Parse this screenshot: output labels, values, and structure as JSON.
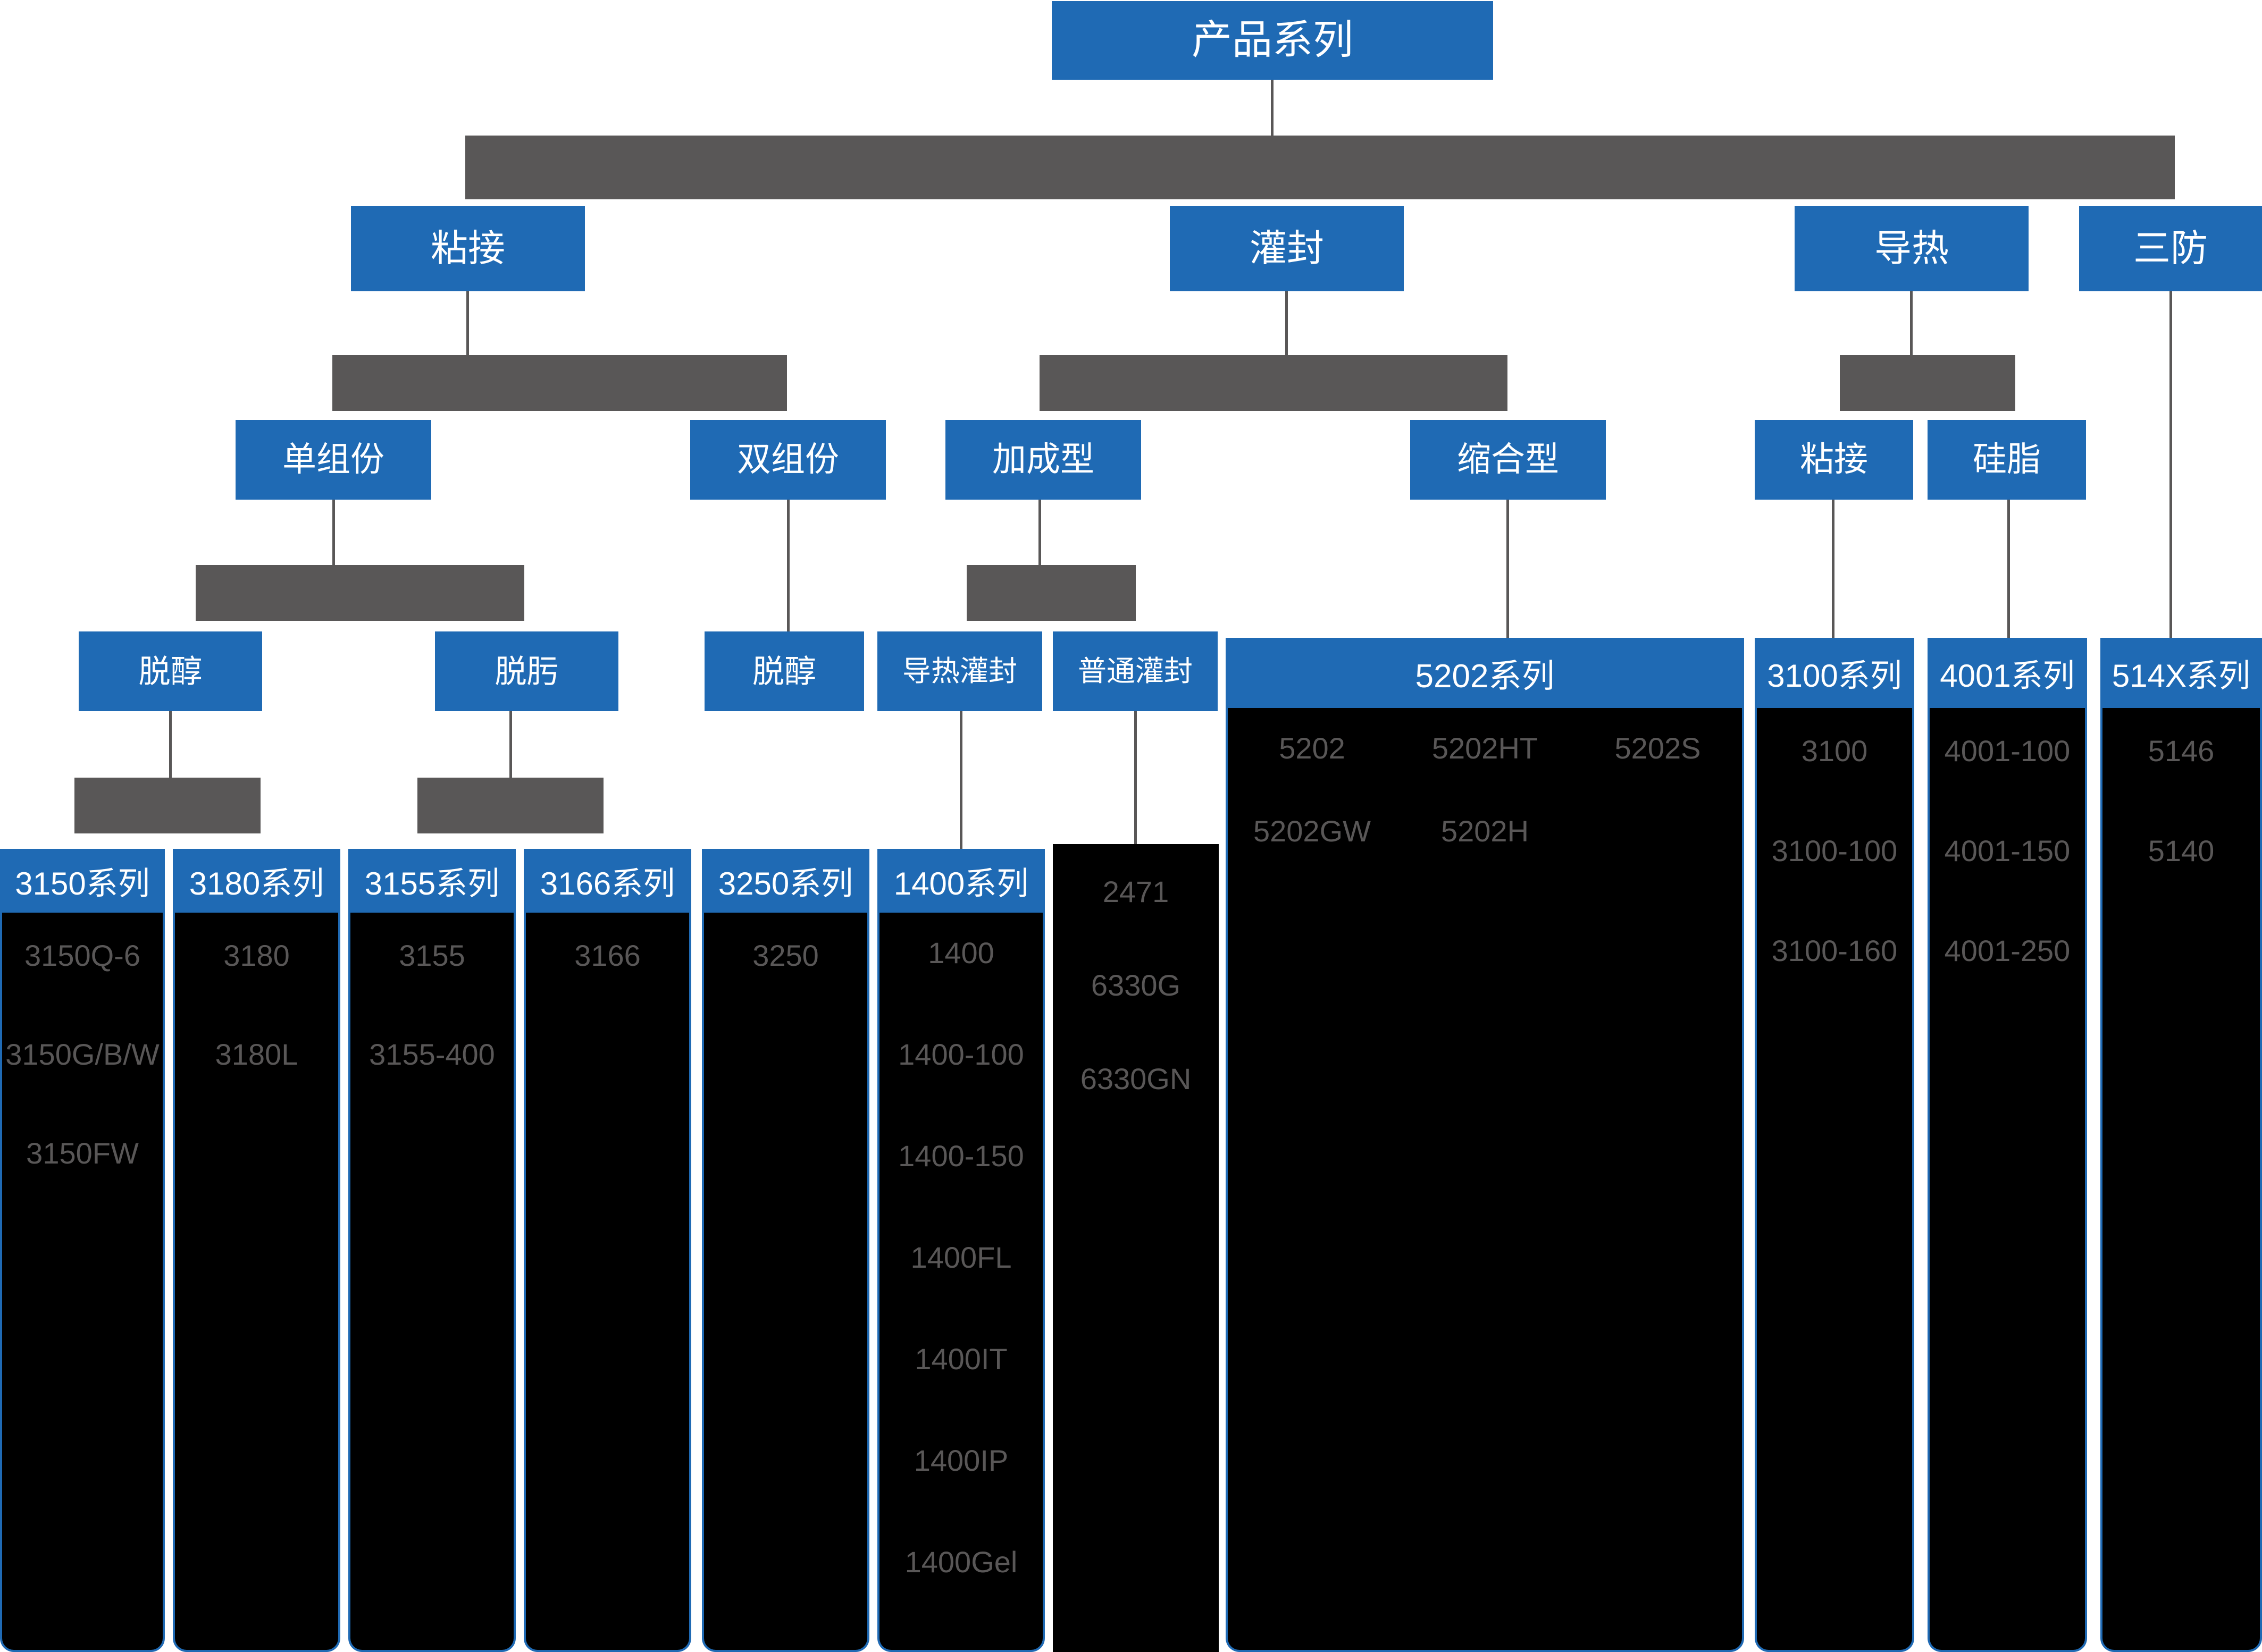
{
  "colors": {
    "node_blue": "#1F6AB4",
    "connector_gray": "#595757",
    "column_black": "#000000",
    "item_text_gray": "#595757",
    "background": "#FFFFFF"
  },
  "root": {
    "label": "产品系列"
  },
  "level2": [
    {
      "label": "粘接"
    },
    {
      "label": "灌封"
    },
    {
      "label": "导热"
    },
    {
      "label": "三防"
    }
  ],
  "level3": [
    {
      "label": "单组份"
    },
    {
      "label": "双组份"
    },
    {
      "label": "加成型"
    },
    {
      "label": "缩合型"
    },
    {
      "label": "粘接"
    },
    {
      "label": "硅脂"
    }
  ],
  "level4": [
    {
      "label": "脱醇"
    },
    {
      "label": "脱肟"
    },
    {
      "label": "脱醇"
    },
    {
      "label": "导热灌封"
    },
    {
      "label": "普通灌封"
    }
  ],
  "columns": [
    {
      "header": "3150系列",
      "items": [
        "3150Q-6",
        "3150G/B/W",
        "3150FW"
      ]
    },
    {
      "header": "3180系列",
      "items": [
        "3180",
        "3180L"
      ]
    },
    {
      "header": "3155系列",
      "items": [
        "3155",
        "3155-400"
      ]
    },
    {
      "header": "3166系列",
      "items": [
        "3166"
      ]
    },
    {
      "header": "3250系列",
      "items": [
        "3250"
      ]
    },
    {
      "header": "1400系列",
      "items": [
        "1400",
        "1400-100",
        "1400-150",
        "1400FL",
        "1400IT",
        "1400IP",
        "1400Gel"
      ]
    },
    {
      "header": "",
      "items": [
        "2471",
        "6330G",
        "6330GN"
      ]
    },
    {
      "header": "5202系列",
      "items": [
        "5202",
        "5202HT",
        "5202S",
        "5202GW",
        "5202H",
        ""
      ]
    },
    {
      "header": "3100系列",
      "items": [
        "3100",
        "3100-100",
        "3100-160"
      ]
    },
    {
      "header": "4001系列",
      "items": [
        "4001-100",
        "4001-150",
        "4001-250"
      ]
    },
    {
      "header": "514X系列",
      "items": [
        "5146",
        "5140"
      ]
    }
  ],
  "chart_data": {
    "type": "tree",
    "title": "产品系列",
    "nodes": [
      {
        "label": "产品系列",
        "children": [
          {
            "label": "粘接",
            "children": [
              {
                "label": "单组份",
                "children": [
                  {
                    "label": "脱醇",
                    "series": [
                      {
                        "name": "3150系列",
                        "products": [
                          "3150Q-6",
                          "3150G/B/W",
                          "3150FW"
                        ]
                      },
                      {
                        "name": "3180系列",
                        "products": [
                          "3180",
                          "3180L"
                        ]
                      }
                    ]
                  },
                  {
                    "label": "脱肟",
                    "series": [
                      {
                        "name": "3155系列",
                        "products": [
                          "3155",
                          "3155-400"
                        ]
                      },
                      {
                        "name": "3166系列",
                        "products": [
                          "3166"
                        ]
                      }
                    ]
                  }
                ]
              },
              {
                "label": "双组份",
                "children": [
                  {
                    "label": "脱醇",
                    "series": [
                      {
                        "name": "3250系列",
                        "products": [
                          "3250"
                        ]
                      }
                    ]
                  }
                ]
              }
            ]
          },
          {
            "label": "灌封",
            "children": [
              {
                "label": "加成型",
                "children": [
                  {
                    "label": "导热灌封",
                    "series": [
                      {
                        "name": "1400系列",
                        "products": [
                          "1400",
                          "1400-100",
                          "1400-150",
                          "1400FL",
                          "1400IT",
                          "1400IP",
                          "1400Gel"
                        ]
                      }
                    ]
                  },
                  {
                    "label": "普通灌封",
                    "series": [
                      {
                        "name": "",
                        "products": [
                          "2471",
                          "6330G",
                          "6330GN"
                        ]
                      }
                    ]
                  }
                ]
              },
              {
                "label": "缩合型",
                "series": [
                  {
                    "name": "5202系列",
                    "products": [
                      "5202",
                      "5202HT",
                      "5202S",
                      "5202GW",
                      "5202H"
                    ]
                  }
                ]
              }
            ]
          },
          {
            "label": "导热",
            "children": [
              {
                "label": "粘接",
                "series": [
                  {
                    "name": "3100系列",
                    "products": [
                      "3100",
                      "3100-100",
                      "3100-160"
                    ]
                  }
                ]
              },
              {
                "label": "硅脂",
                "series": [
                  {
                    "name": "4001系列",
                    "products": [
                      "4001-100",
                      "4001-150",
                      "4001-250"
                    ]
                  }
                ]
              }
            ]
          },
          {
            "label": "三防",
            "series": [
              {
                "name": "514X系列",
                "products": [
                  "5146",
                  "5140"
                ]
              }
            ]
          }
        ]
      }
    ]
  }
}
